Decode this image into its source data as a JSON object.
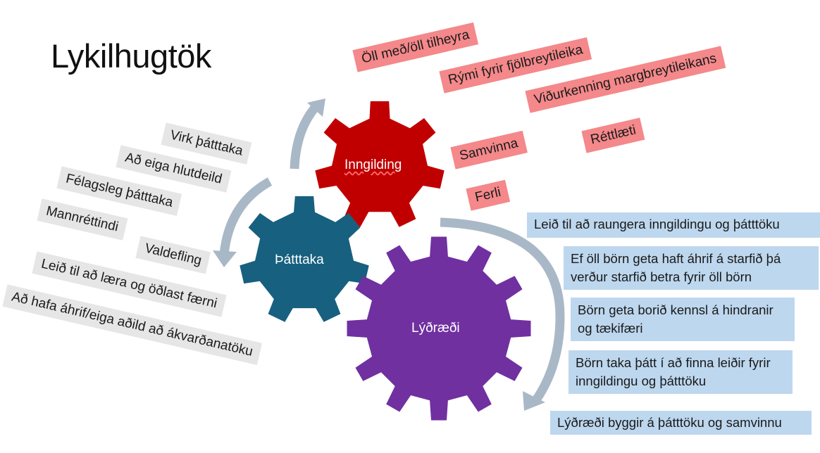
{
  "title": "Lykilhugtök",
  "gears": {
    "inngilding": {
      "label": "Inngilding",
      "color": "#c00000"
    },
    "thatttaka": {
      "label": "Þátttaka",
      "color": "#17607f"
    },
    "lydraedi": {
      "label": "Lýðræði",
      "color": "#7030a0"
    }
  },
  "inngilding_terms": [
    "Öll með/öll tilheyra",
    "Rými fyrir fjölbreytileika",
    "Viðurkenning margbreytileikans",
    "Samvinna",
    "Réttlæti",
    "Ferli"
  ],
  "thatttaka_terms": [
    "Virk þátttaka",
    "Að eiga hlutdeild",
    "Félagsleg þátttaka",
    "Mannréttindi",
    "Valdefling",
    "Leið til að læra og öðlast færni",
    "Að hafa áhrif/eiga aðild að ákvarðanatöku"
  ],
  "lydraedi_statements": [
    "Leið til að raungera inngildingu og þátttöku",
    "Ef öll börn geta haft áhrif á starfið þá verður starfið betra fyrir öll börn",
    "Börn geta borið kennsl á hindranir og tækifæri",
    "Börn taka þátt í að finna leiðir fyrir inngildingu og þátttöku",
    "Lýðræði byggir á þátttöku og samvinnu"
  ],
  "colors": {
    "red_tag": "#f4888a",
    "gray_tag": "#e6e6e6",
    "blue_box": "#bdd7ee",
    "arrow": "#a9b8c6"
  }
}
